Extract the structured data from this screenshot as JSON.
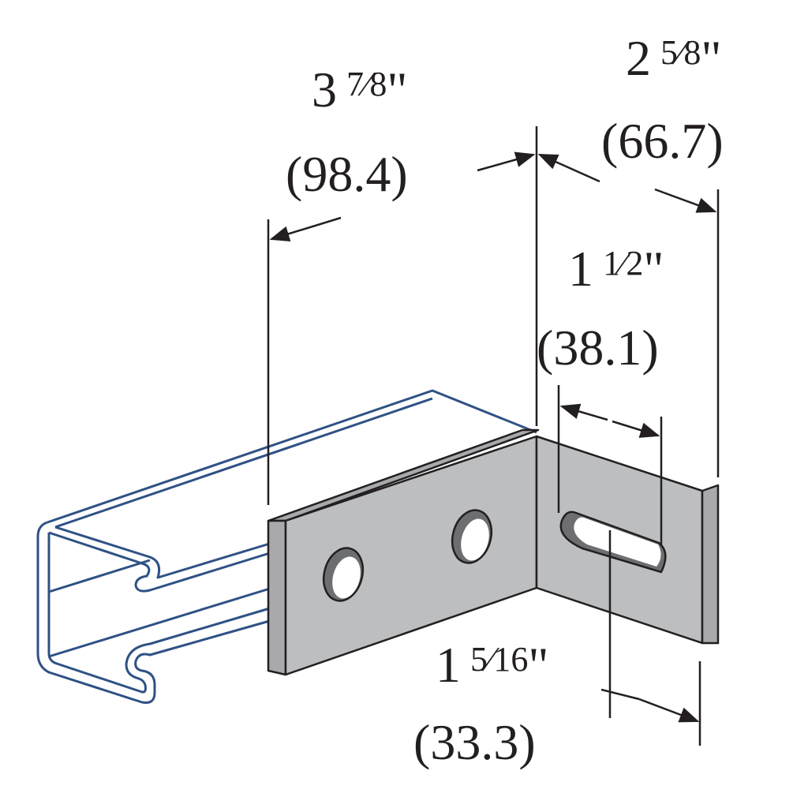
{
  "colors": {
    "channel_outline": "#2f5185",
    "bracket_fill": "#bcbec0",
    "bracket_edge": "#a7a9ac",
    "outline": "#231f20",
    "hole": "#6d6e71"
  },
  "dimensions": {
    "length": {
      "whole": "3",
      "frac": "7⁄8",
      "inch": "\"",
      "metric": "(98.4)"
    },
    "width": {
      "whole": "2",
      "frac": "5⁄8",
      "inch": "\"",
      "metric": "(66.7)"
    },
    "slot": {
      "whole": "1",
      "frac": "1⁄2",
      "inch": "\"",
      "metric": "(38.1)"
    },
    "slot_offset": {
      "whole": "1",
      "frac": "5⁄16",
      "inch": "\"",
      "metric": "(33.3)"
    }
  }
}
